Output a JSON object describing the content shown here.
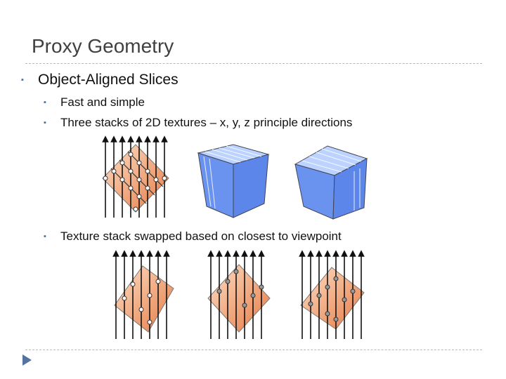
{
  "slide": {
    "title": "Proxy Geometry",
    "bullets": [
      {
        "text": "Object-Aligned Slices",
        "level": 1
      },
      {
        "text": "Fast and simple",
        "level": 2
      },
      {
        "text": "Three stacks of 2D textures – x, y, z principle directions",
        "level": 2
      },
      {
        "text": "Texture stack swapped based on closest to viewpoint",
        "level": 2
      }
    ]
  },
  "icons": {
    "bullet": "square-bullet-icon",
    "next": "next-slide-triangle-icon"
  },
  "colors": {
    "accent": "#5572a0",
    "title": "#404040",
    "cube_face": "#6a93f0",
    "cube_top": "#bcd2ff",
    "slice_light": "#fde0c8",
    "slice_dark": "#e57a44"
  }
}
